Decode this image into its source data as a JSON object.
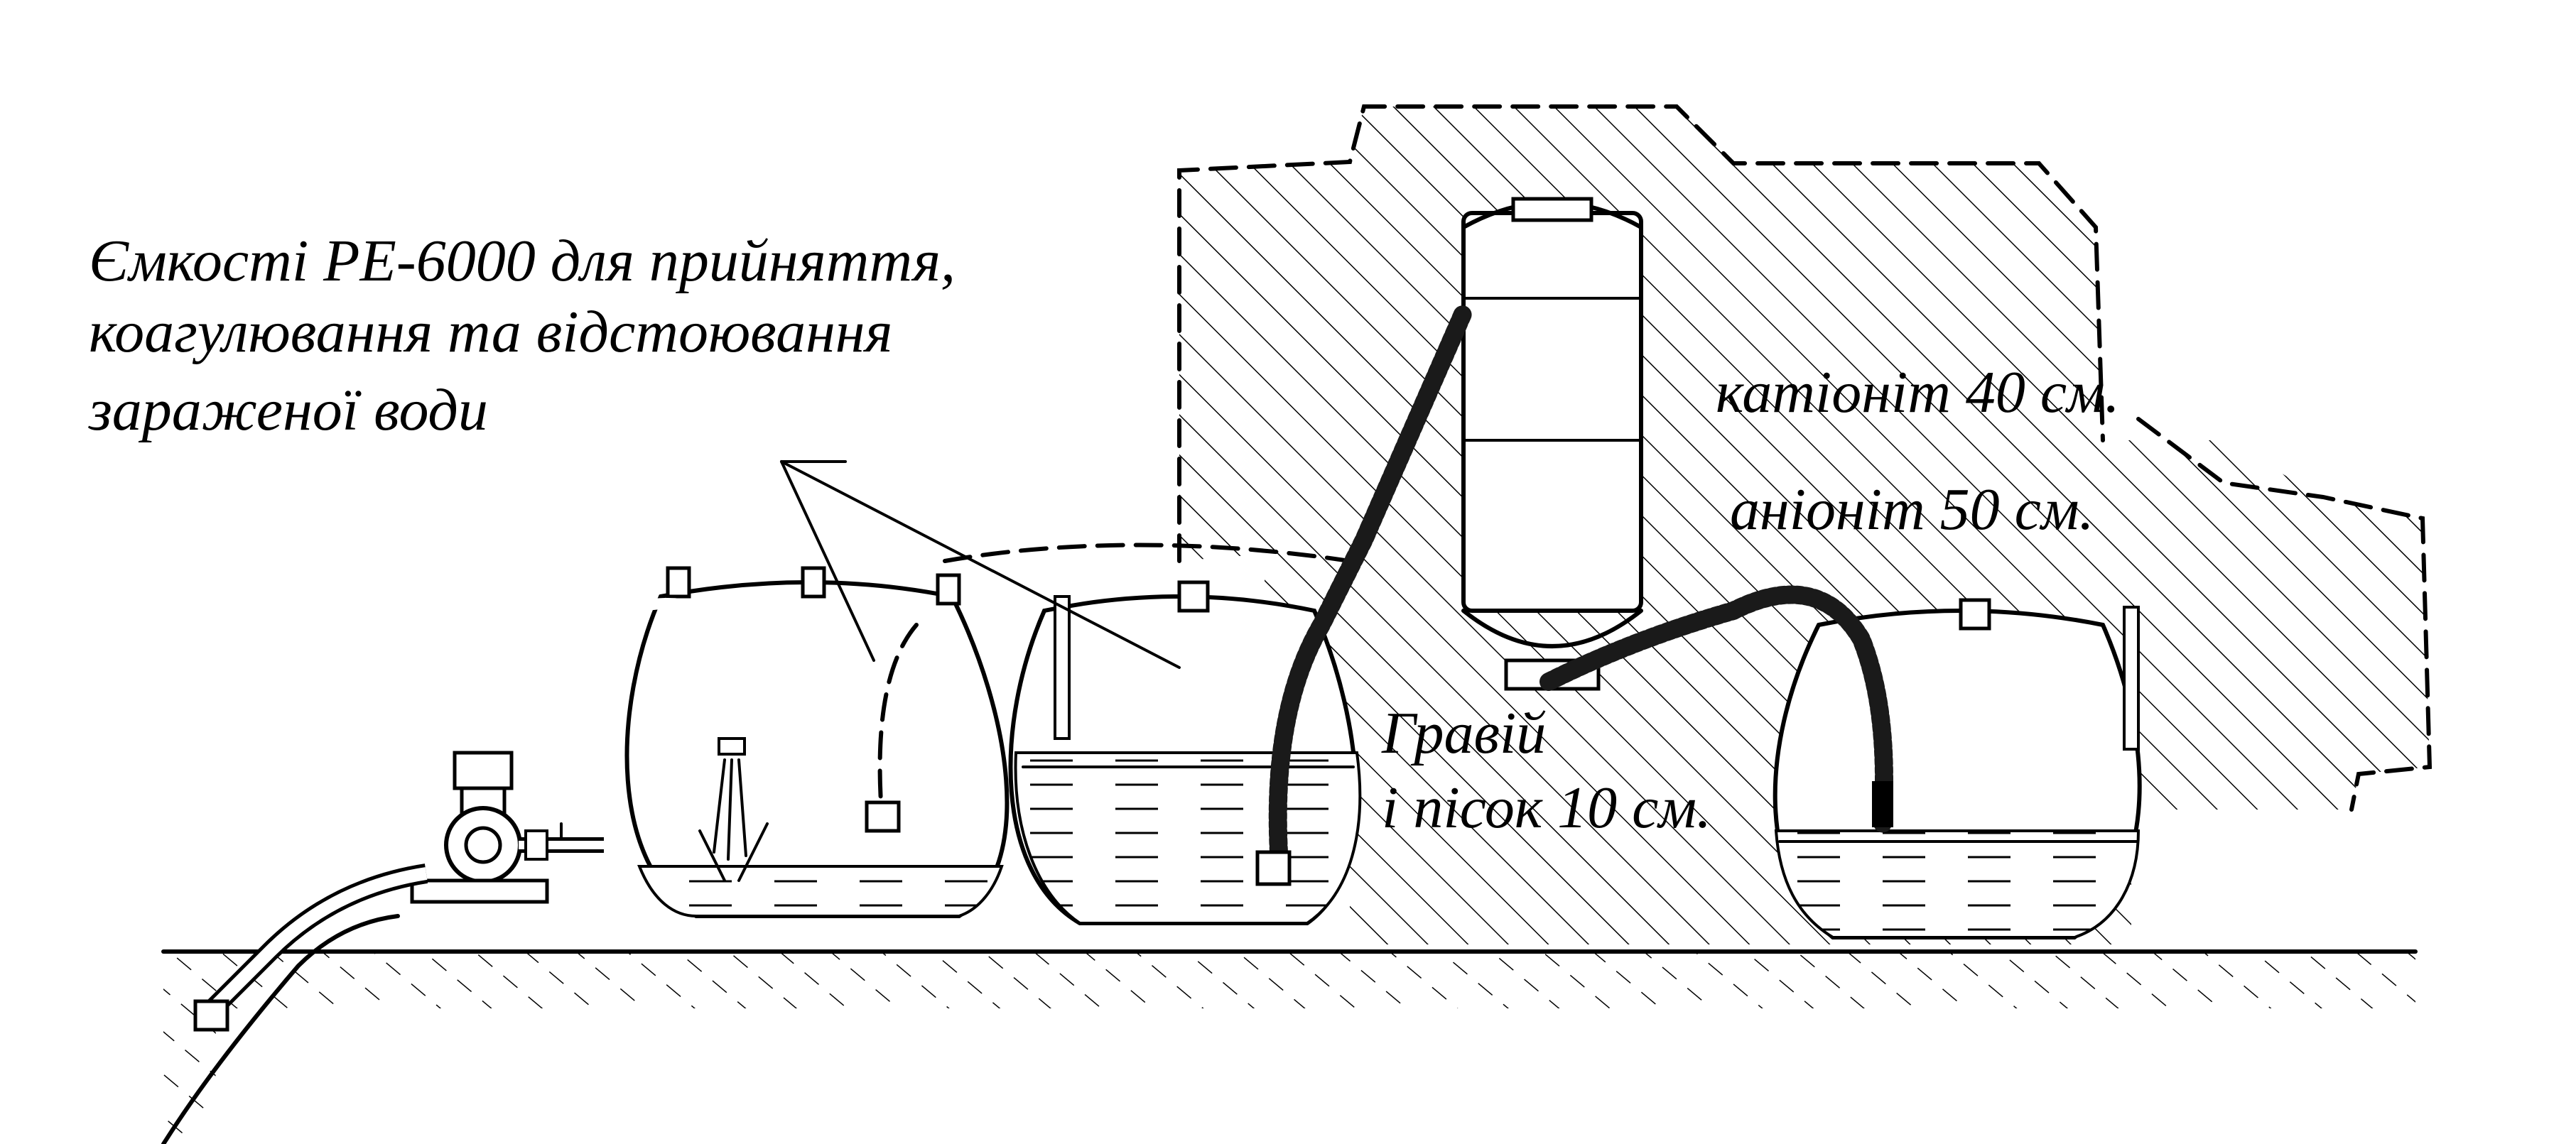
{
  "diagram": {
    "labels": {
      "tanks_line1": "Ємкості РЕ-6000 для прийняття,",
      "tanks_line2": "коагулювання та відстоювання",
      "tanks_line3": "зараженої води",
      "cation": "катіоніт 40 см.",
      "anion": "аніоніт 50 см.",
      "gravel_line1": "Гравій",
      "gravel_line2": "і пісок 10 см."
    }
  }
}
